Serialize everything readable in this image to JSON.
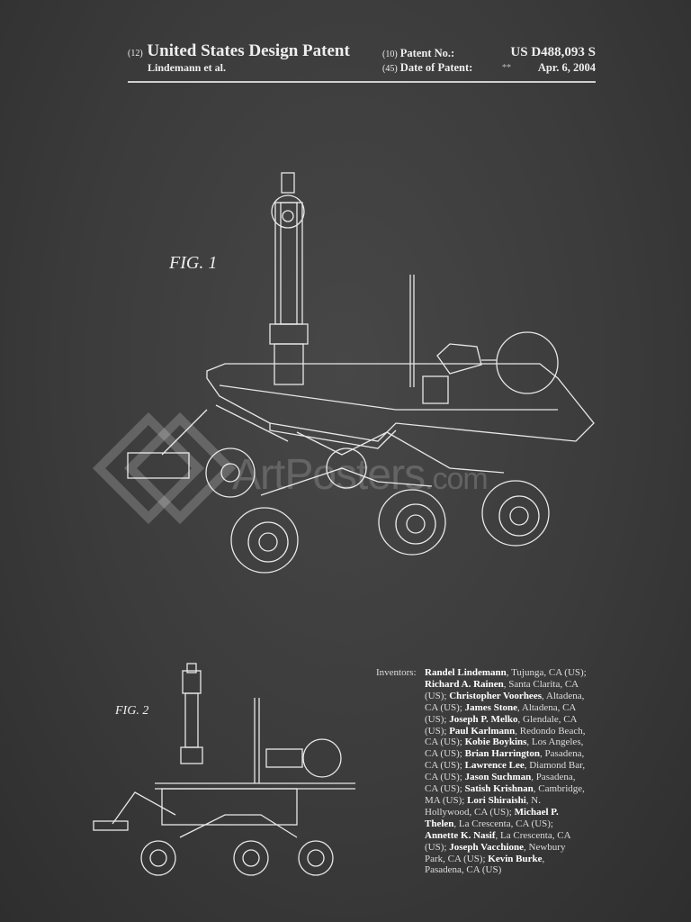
{
  "header": {
    "code12": "(12)",
    "title": "United States Design Patent",
    "applicant": "Lindemann et al.",
    "code10": "(10)",
    "patent_no_label": "Patent No.:",
    "patent_no": "US D488,093 S",
    "code45": "(45)",
    "date_label": "Date of Patent:",
    "stars": "**",
    "date": "Apr. 6, 2004"
  },
  "figures": {
    "fig1": "FIG. 1",
    "fig2": "FIG. 2"
  },
  "watermark": {
    "main": "ArtPosters",
    "suffix": ".com"
  },
  "inventors": {
    "label": "Inventors:",
    "lines": [
      [
        {
          "b": "Randel Lindemann"
        },
        {
          "t": ", Tujunga, CA (US);"
        }
      ],
      [
        {
          "b": "Richard A. Rainen"
        },
        {
          "t": ", Santa Clarita, CA"
        }
      ],
      [
        {
          "t": "(US); "
        },
        {
          "b": "Christopher Voorhees"
        },
        {
          "t": ", Altadena,"
        }
      ],
      [
        {
          "t": "CA (US); "
        },
        {
          "b": "James Stone"
        },
        {
          "t": ", Altadena, CA"
        }
      ],
      [
        {
          "t": "(US); "
        },
        {
          "b": "Joseph P. Melko"
        },
        {
          "t": ", Glendale, CA"
        }
      ],
      [
        {
          "t": "(US); "
        },
        {
          "b": "Paul Karlmann"
        },
        {
          "t": ", Redondo Beach,"
        }
      ],
      [
        {
          "t": "CA (US); "
        },
        {
          "b": "Kobie Boykins"
        },
        {
          "t": ", Los Angeles,"
        }
      ],
      [
        {
          "t": "CA (US); "
        },
        {
          "b": "Brian Harrington"
        },
        {
          "t": ", Pasadena,"
        }
      ],
      [
        {
          "t": "CA (US); "
        },
        {
          "b": "Lawrence Lee"
        },
        {
          "t": ", Diamond Bar,"
        }
      ],
      [
        {
          "t": "CA (US); "
        },
        {
          "b": "Jason Suchman"
        },
        {
          "t": ", Pasadena,"
        }
      ],
      [
        {
          "t": "CA (US); "
        },
        {
          "b": "Satish Krishnan"
        },
        {
          "t": ", Cambridge,"
        }
      ],
      [
        {
          "t": "MA (US); "
        },
        {
          "b": "Lori Shiraishi"
        },
        {
          "t": ", N."
        }
      ],
      [
        {
          "t": "Hollywood, CA (US); "
        },
        {
          "b": "Michael P."
        }
      ],
      [
        {
          "b": "Thelen"
        },
        {
          "t": ", La Crescenta, CA (US);"
        }
      ],
      [
        {
          "b": "Annette K. Nasif"
        },
        {
          "t": ", La Crescenta, CA"
        }
      ],
      [
        {
          "t": "(US); "
        },
        {
          "b": "Joseph Vacchione"
        },
        {
          "t": ", Newbury"
        }
      ],
      [
        {
          "t": "Park, CA (US); "
        },
        {
          "b": "Kevin Burke"
        },
        {
          "t": ","
        }
      ],
      [
        {
          "t": "Pasadena, CA (US)"
        }
      ]
    ]
  }
}
